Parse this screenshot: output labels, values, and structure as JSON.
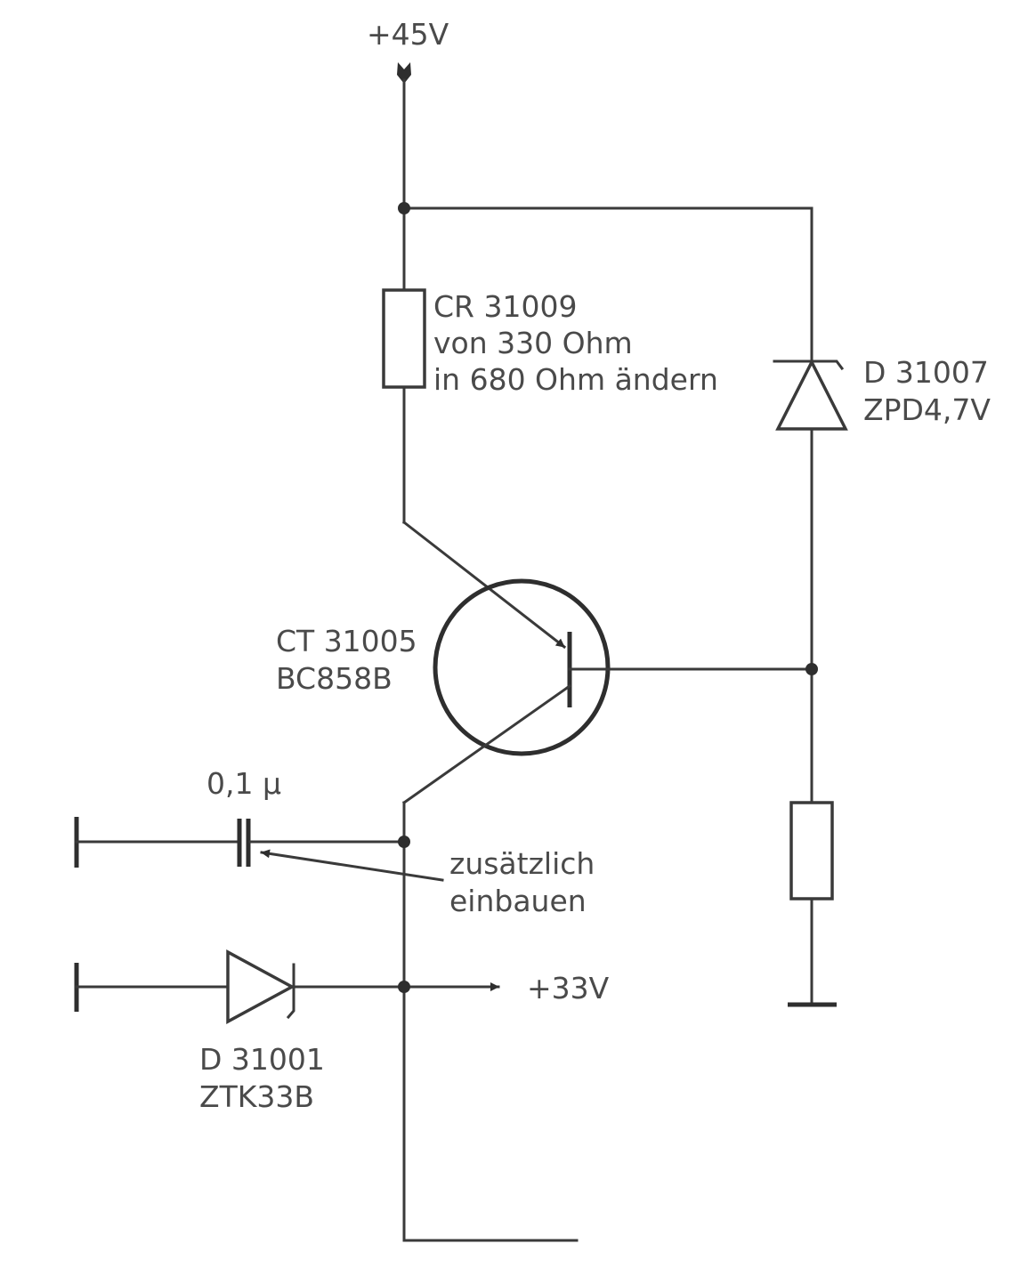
{
  "supply": {
    "top_label": "+45V",
    "output_label": "+33V"
  },
  "components": {
    "resistor_cr31009": {
      "ref": "CR 31009",
      "note_line1": "von 330 Ohm",
      "note_line2": "in 680 Ohm ändern"
    },
    "zener_d31007": {
      "ref": "D 31007",
      "type": "ZPD4,7V"
    },
    "transistor_ct31005": {
      "ref": "CT 31005",
      "type": "BC858B"
    },
    "capacitor": {
      "value": "0,1 µ",
      "note_line1": "zusätzlich",
      "note_line2": "einbauen"
    },
    "zener_d31001": {
      "ref": "D 31001",
      "type": "ZTK33B"
    }
  },
  "colors": {
    "line": "#3a3a3a",
    "text": "#4a4a4a",
    "background": "#ffffff"
  }
}
